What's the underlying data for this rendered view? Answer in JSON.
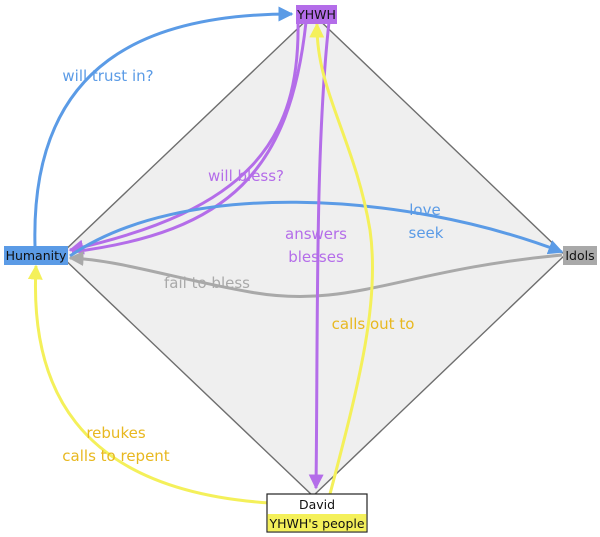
{
  "nodes": {
    "yhwh": "YHWH",
    "humanity": "Humanity",
    "idols": "Idols",
    "david_line1": "David",
    "david_line2": "YHWH's people"
  },
  "edges": {
    "will_trust_in": "will trust in?",
    "will_bless": "will bless?",
    "love": "love",
    "seek": "seek",
    "answers": "answers",
    "blesses": "blesses",
    "fail_to_bless": "fail to bless",
    "calls_out_to": "calls out to",
    "rebukes": "rebukes",
    "calls_to_repent": "calls to repent"
  },
  "colors": {
    "blue": "#5b9be6",
    "purple": "#b46de9",
    "gray": "#a9a9a9",
    "yellow": "#f4f05a",
    "yellow_text": "#e8b820",
    "diamond_fill": "#efefef",
    "diamond_stroke": "#6e6e6e"
  }
}
